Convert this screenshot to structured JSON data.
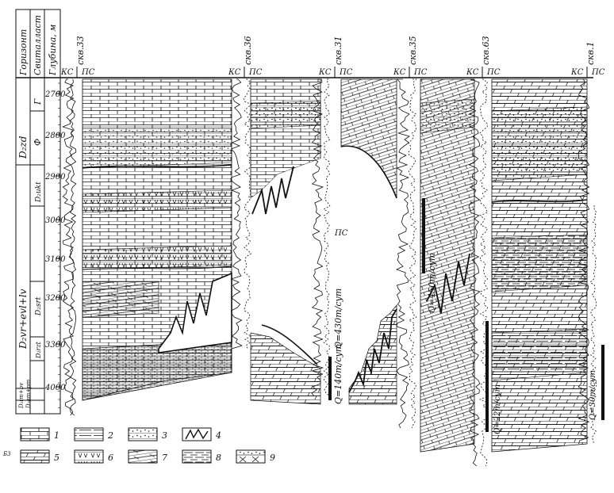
{
  "header": {
    "horizon": "Горизонт",
    "suite": "Свиталласт",
    "depth": "Глубина, м"
  },
  "depth_ticks": [
    "2700",
    "2800",
    "2900",
    "3000",
    "3100",
    "3200",
    "3300",
    "4000"
  ],
  "stratigraphy": {
    "d2zd": "D₂zd",
    "g": "Г",
    "f": "Ф",
    "d2ukt": "D₂ukt",
    "d2vr": "D₂vr+evl+lv",
    "d2srt": "D₂srt",
    "d2rzt": "D₂rzt",
    "d2tm": "D₂tm+bv",
    "d2am": "D₂am+pm"
  },
  "wells": [
    {
      "name": "скв.33",
      "ks": "КС",
      "ps": "ПС"
    },
    {
      "name": "скв.36",
      "ks": "КС",
      "ps": "ПС"
    },
    {
      "name": "скв.31",
      "ks": "КС",
      "ps": "ПС"
    },
    {
      "name": "скв.35",
      "ks": "КС",
      "ps": "ПС"
    },
    {
      "name": "скв.63",
      "ks": "КС",
      "ps": "ПС"
    },
    {
      "name": "скв.1",
      "ks": "КС",
      "ps": "ПС"
    }
  ],
  "extra_ps": "ПС",
  "flow_labels": [
    "Q=430т/сут",
    "Q=140т/сут",
    "Q=450т/сут",
    "Q=22т/сут",
    "Q=30т/сут"
  ],
  "legend": [
    {
      "num": "1"
    },
    {
      "num": "2"
    },
    {
      "num": "3"
    },
    {
      "num": "4"
    },
    {
      "num": "5"
    },
    {
      "num": "6"
    },
    {
      "num": "7"
    },
    {
      "num": "8"
    },
    {
      "num": "9"
    }
  ],
  "corner_mark": "БЗ"
}
